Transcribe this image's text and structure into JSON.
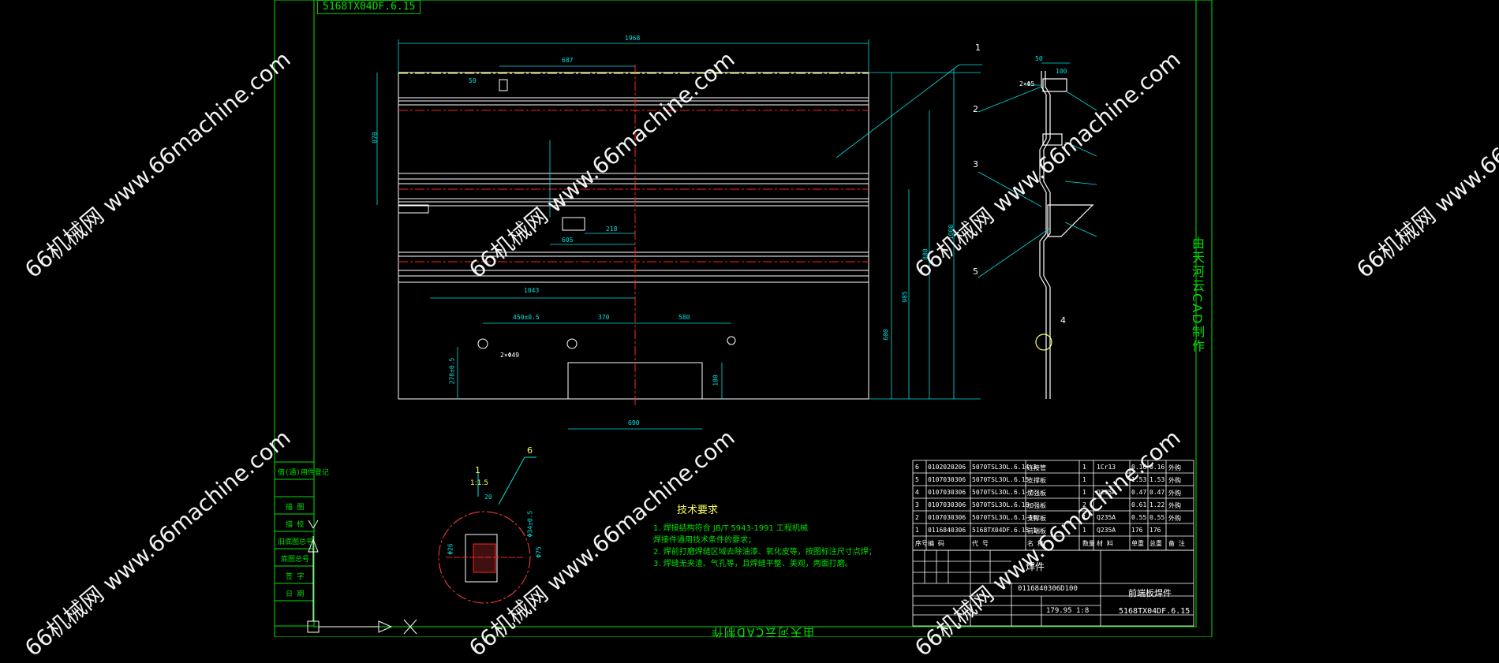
{
  "drawing": {
    "top_code": "5168TX04DF.6.15",
    "side_label": "由天河云CAD制作",
    "bottom_label": "由天河云CAD制作",
    "watermark": "66机械网 www.66machine.com"
  },
  "part_labels": [
    "1",
    "2",
    "3",
    "4",
    "5",
    "6"
  ],
  "detail": {
    "scale_num": "1",
    "scale_den": "1:1.5"
  },
  "tech_requirements": {
    "heading": "技术要求",
    "lines": [
      "1. 焊接结构符合 JB/T 5943-1991 工程机械",
      "   焊接件通用技术条件的要求；",
      "2. 焊前打磨焊缝区域去除油漆、氧化皮等，按图标注尺寸点焊；",
      "3. 焊缝无夹渣、气孔等，且焊缝平整、美观，两面打磨。"
    ]
  },
  "dims": {
    "overall_width": "1968",
    "top_slot": "687",
    "slot_h": "50",
    "left_h": "870",
    "mid1": "605",
    "mid2": "218",
    "lower": "1043",
    "holes": [
      "450±0.5",
      "370",
      "580"
    ],
    "hole_dia": "2×Φ49",
    "hole_left_h": "278±0.5",
    "rect_w": "690",
    "rect_h": "180",
    "right_h": [
      "1000",
      "880",
      "985",
      "600"
    ],
    "side_dims": [
      "50",
      "100",
      "2×Φ5"
    ],
    "detail_dims": [
      "20",
      "Φ34±0.5",
      "Φ26",
      "Φ75"
    ]
  },
  "left_block": [
    "借(通)用件登记",
    "描 图",
    "描 校",
    "旧底图总号",
    "底图总号",
    "签 字",
    "日 期"
  ],
  "bom": {
    "rows": [
      {
        "no": "6",
        "code": "0102020206",
        "name": "5070TSL3OL.6.14-3",
        "desc": "连接管",
        "qty": "1",
        "mat": "1Cr13",
        "w1": "0.16",
        "w2": "0.16",
        "note": "外购"
      },
      {
        "no": "5",
        "code": "0107030306",
        "name": "5070TSL3OL.6.15",
        "desc": "支撑板",
        "qty": "1",
        "mat": "",
        "w1": "1.53",
        "w2": "1.53",
        "note": "外购"
      },
      {
        "no": "4",
        "code": "0107030306",
        "name": "5070TSL3OL.6.1-7",
        "desc": "加强板",
        "qty": "1",
        "mat": "Q235A",
        "w1": "0.47",
        "w2": "0.47",
        "note": "外购"
      },
      {
        "no": "3",
        "code": "0107030306",
        "name": "5070TSL3OL.6.16",
        "desc": "加强板",
        "qty": "2",
        "mat": "",
        "w1": "0.61",
        "w2": "1.22",
        "note": "外购"
      },
      {
        "no": "2",
        "code": "0107030306",
        "name": "5070TSL3OL.6.1-10",
        "desc": "支撑板",
        "qty": "1",
        "mat": "Q235A",
        "w1": "0.55",
        "w2": "0.55",
        "note": "外购"
      },
      {
        "no": "1",
        "code": "0116840306",
        "name": "5168TX04DF.6.15-1",
        "desc": "前端板",
        "qty": "1",
        "mat": "Q235A",
        "w1": "176",
        "w2": "176",
        "note": ""
      }
    ],
    "header": [
      "序号",
      "编 码",
      "代 号",
      "名 称",
      "数量",
      "材 料",
      "单重",
      "总重",
      "备 注"
    ]
  },
  "titleblock": {
    "kind": "焊件",
    "part_code": "0116840306D100",
    "name": "前端板焊件",
    "drawing_no": "5168TX04DF.6.15",
    "weight": "179.95",
    "scale": "1:8"
  }
}
